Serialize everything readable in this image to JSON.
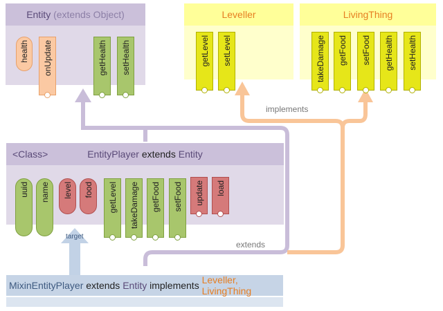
{
  "entity": {
    "title_name": "Entity",
    "title_suffix": "(extends Object)",
    "fields": [
      "health"
    ],
    "methods": [
      "onUpdate",
      "getHealth",
      "setHealth"
    ]
  },
  "leveller": {
    "title": "Leveller",
    "methods": [
      "getLevel",
      "setLevel"
    ]
  },
  "living_thing": {
    "title": "LivingThing",
    "methods": [
      "takeDamage",
      "getFood",
      "setFood",
      "getHealth",
      "setHealth"
    ]
  },
  "entity_player": {
    "stereotype": "<Class>",
    "title_name": "EntityPlayer",
    "title_keyword": "extends",
    "title_parent": "Entity",
    "fields": [
      "uuid",
      "name",
      "level",
      "food"
    ],
    "methods": [
      "getLevel",
      "takeDamage",
      "getFood",
      "setFood",
      "update",
      "load"
    ]
  },
  "mixin": {
    "name": "MixinEntityPlayer",
    "kw_extends": "extends",
    "parent": "Entity",
    "kw_implements": "implements",
    "interfaces": "Leveller, LivingThing"
  },
  "labels": {
    "implements": "implements",
    "extends": "extends",
    "target": "target"
  },
  "colors": {
    "entity_header": "#cbc0da",
    "entity_body": "#e0d9e8",
    "interface_header": "#ffff99",
    "interface_body": "#ffffcc",
    "interface_member": "#e6e619",
    "orange_member": "#fbc9a3",
    "green_member": "#a8c66c",
    "red_member": "#d57a7a",
    "mixin_header": "#c6d4e6",
    "mixin_body": "#dce5f0",
    "extends_line": "#c9bdd9",
    "implements_line": "#f9c598",
    "target_arrow": "#c2d2e6",
    "orange_text": "#e67e22",
    "purple_text": "#5a4a78",
    "blue_text": "#3e5a80"
  }
}
